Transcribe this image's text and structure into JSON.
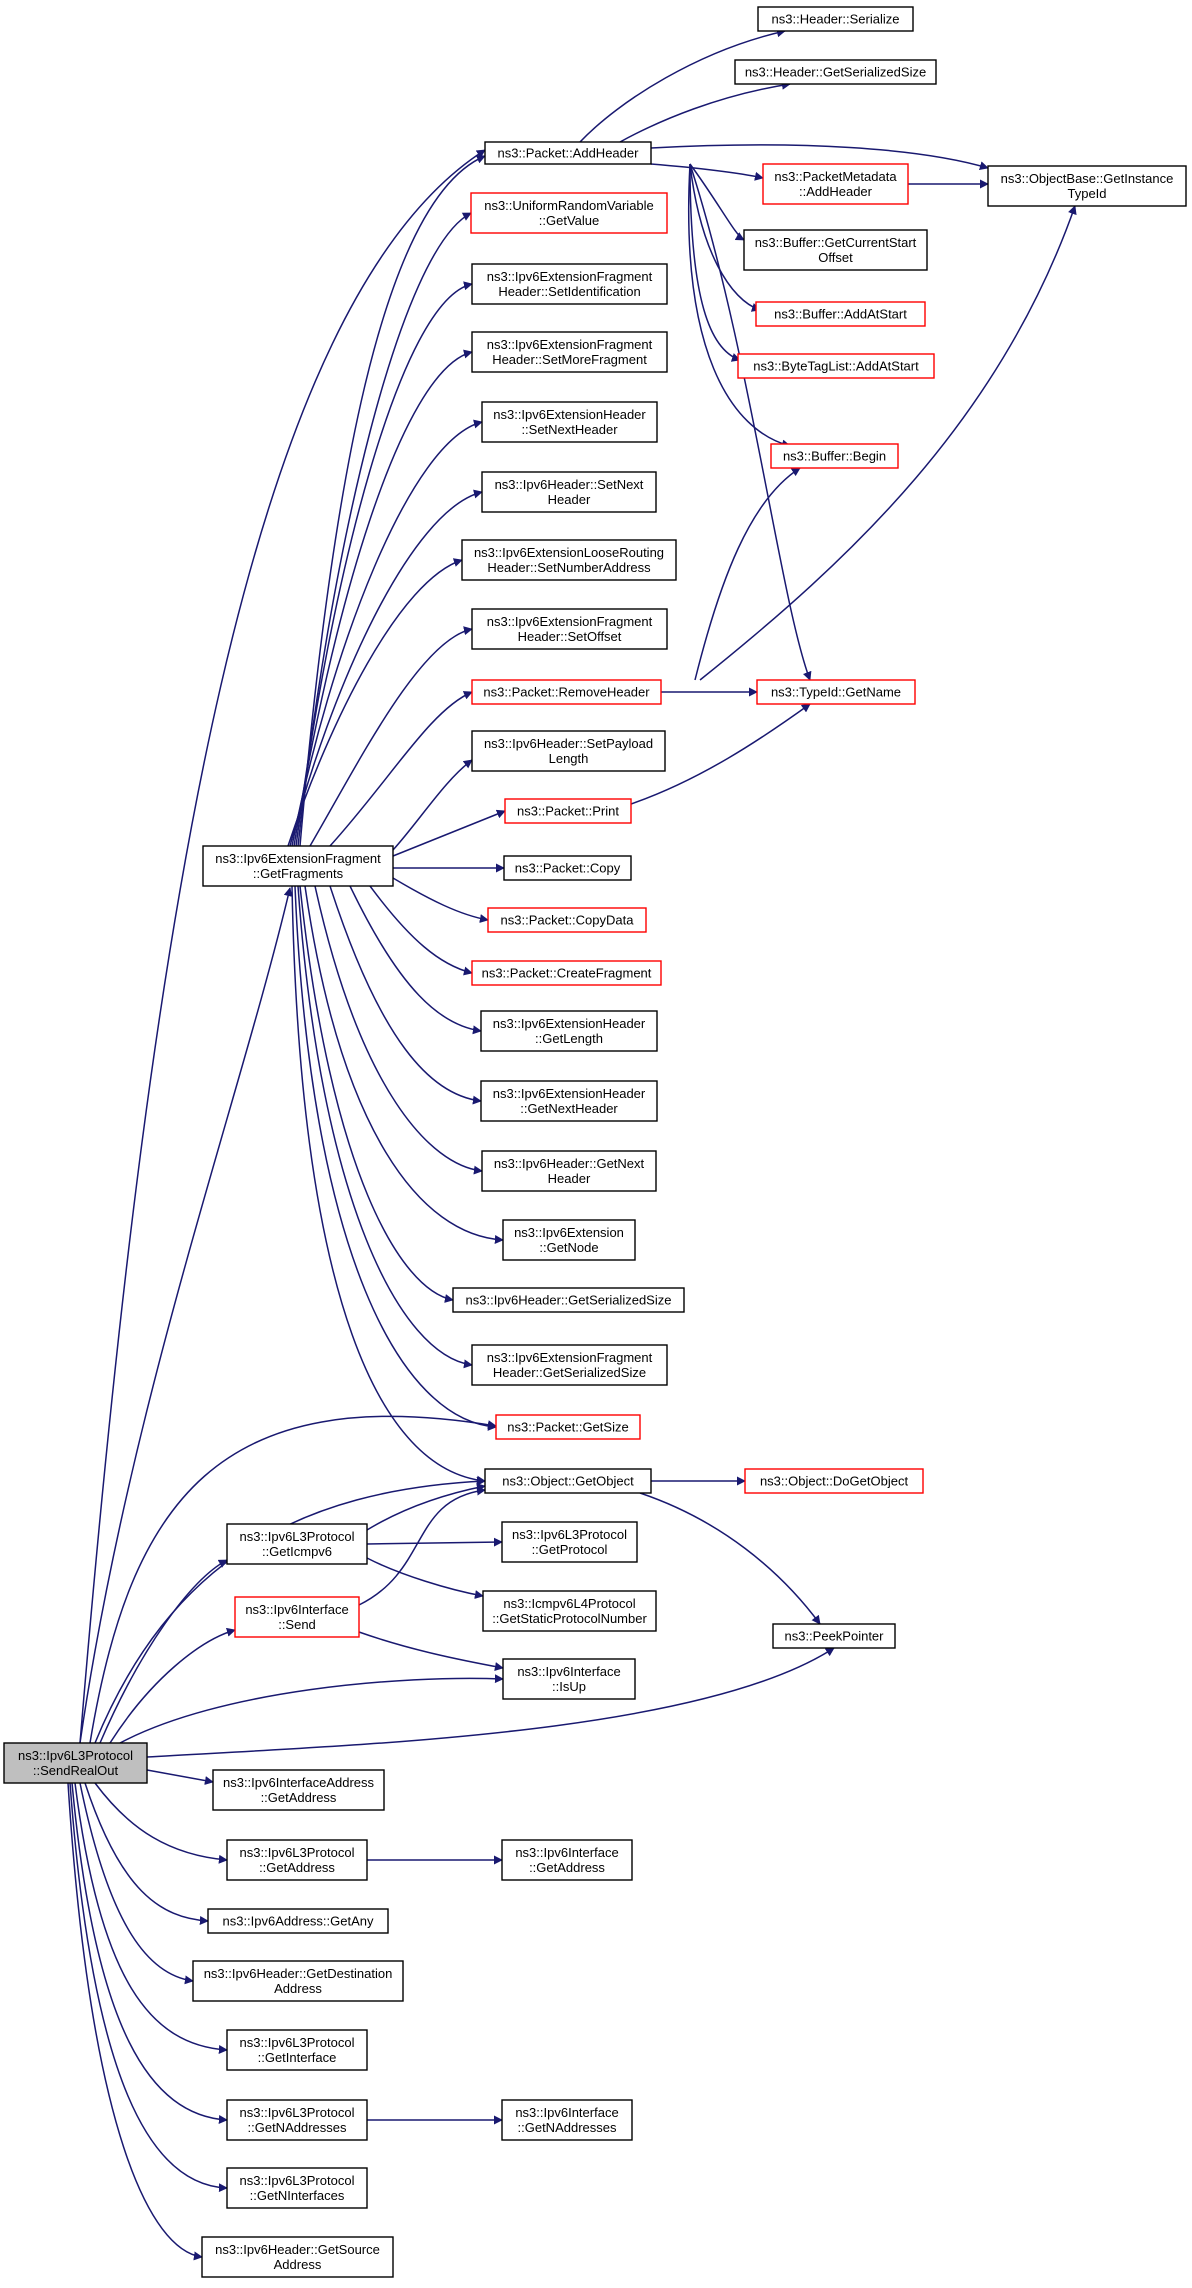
{
  "colors": {
    "edge": "#191970",
    "node_border": "#000000",
    "truncated_border": "#ff0000",
    "root_fill": "#bfbfbf",
    "background": "#ffffff"
  },
  "nodes": {
    "root": [
      "ns3::Ipv6L3Protocol",
      "::SendRealOut"
    ],
    "getFragments": [
      "ns3::Ipv6ExtensionFragment",
      "::GetFragments"
    ],
    "addHeader": [
      "ns3::Packet::AddHeader"
    ],
    "headerSerialize": [
      "ns3::Header::Serialize"
    ],
    "headerGetSerializedSize": [
      "ns3::Header::GetSerializedSize"
    ],
    "packetMetadataAddHeader": [
      "ns3::PacketMetadata",
      "::AddHeader"
    ],
    "getInstanceTypeId": [
      "ns3::ObjectBase::GetInstance",
      "TypeId"
    ],
    "uniformRandom": [
      "ns3::UniformRandomVariable",
      "::GetValue"
    ],
    "bufferGetCurrentStart": [
      "ns3::Buffer::GetCurrentStart",
      "Offset"
    ],
    "setIdentification": [
      "ns3::Ipv6ExtensionFragment",
      "Header::SetIdentification"
    ],
    "bufferAddAtStart": [
      "ns3::Buffer::AddAtStart"
    ],
    "setMoreFragment": [
      "ns3::Ipv6ExtensionFragment",
      "Header::SetMoreFragment"
    ],
    "byteTagListAddAtStart": [
      "ns3::ByteTagList::AddAtStart"
    ],
    "extSetNextHeader": [
      "ns3::Ipv6ExtensionHeader",
      "::SetNextHeader"
    ],
    "bufferBegin": [
      "ns3::Buffer::Begin"
    ],
    "ipv6HeaderSetNextHeader": [
      "ns3::Ipv6Header::SetNext",
      "Header"
    ],
    "setNumberAddress": [
      "ns3::Ipv6ExtensionLooseRouting",
      "Header::SetNumberAddress"
    ],
    "setOffset": [
      "ns3::Ipv6ExtensionFragment",
      "Header::SetOffset"
    ],
    "removeHeader": [
      "ns3::Packet::RemoveHeader"
    ],
    "typeIdGetName": [
      "ns3::TypeId::GetName"
    ],
    "setPayloadLength": [
      "ns3::Ipv6Header::SetPayload",
      "Length"
    ],
    "packetPrint": [
      "ns3::Packet::Print"
    ],
    "packetCopy": [
      "ns3::Packet::Copy"
    ],
    "packetCopyData": [
      "ns3::Packet::CopyData"
    ],
    "createFragment": [
      "ns3::Packet::CreateFragment"
    ],
    "extGetLength": [
      "ns3::Ipv6ExtensionHeader",
      "::GetLength"
    ],
    "extGetNextHeader": [
      "ns3::Ipv6ExtensionHeader",
      "::GetNextHeader"
    ],
    "ipv6HeaderGetNextHeader": [
      "ns3::Ipv6Header::GetNext",
      "Header"
    ],
    "extGetNode": [
      "ns3::Ipv6Extension",
      "::GetNode"
    ],
    "ipv6HeaderGetSerializedSize": [
      "ns3::Ipv6Header::GetSerializedSize"
    ],
    "fragHeaderGetSerializedSize": [
      "ns3::Ipv6ExtensionFragment",
      "Header::GetSerializedSize"
    ],
    "packetGetSize": [
      "ns3::Packet::GetSize"
    ],
    "objectGetObject": [
      "ns3::Object::GetObject"
    ],
    "objectDoGetObject": [
      "ns3::Object::DoGetObject"
    ],
    "getIcmpv6": [
      "ns3::Ipv6L3Protocol",
      "::GetIcmpv6"
    ],
    "getProtocol": [
      "ns3::Ipv6L3Protocol",
      "::GetProtocol"
    ],
    "getStaticProtocolNumber": [
      "ns3::Icmpv6L4Protocol",
      "::GetStaticProtocolNumber"
    ],
    "peekPointer": [
      "ns3::PeekPointer"
    ],
    "interfaceSend": [
      "ns3::Ipv6Interface",
      "::Send"
    ],
    "interfaceIsUp": [
      "ns3::Ipv6Interface",
      "::IsUp"
    ],
    "interfaceAddressGetAddress": [
      "ns3::Ipv6InterfaceAddress",
      "::GetAddress"
    ],
    "l3GetAddress": [
      "ns3::Ipv6L3Protocol",
      "::GetAddress"
    ],
    "interfaceGetAddress": [
      "ns3::Ipv6Interface",
      "::GetAddress"
    ],
    "addressGetAny": [
      "ns3::Ipv6Address::GetAny"
    ],
    "getDestinationAddress": [
      "ns3::Ipv6Header::GetDestination",
      "Address"
    ],
    "getInterface": [
      "ns3::Ipv6L3Protocol",
      "::GetInterface"
    ],
    "getNAddresses": [
      "ns3::Ipv6L3Protocol",
      "::GetNAddresses"
    ],
    "interfaceGetNAddresses": [
      "ns3::Ipv6Interface",
      "::GetNAddresses"
    ],
    "getNInterfaces": [
      "ns3::Ipv6L3Protocol",
      "::GetNInterfaces"
    ],
    "getSourceAddress": [
      "ns3::Ipv6Header::GetSource",
      "Address"
    ]
  }
}
